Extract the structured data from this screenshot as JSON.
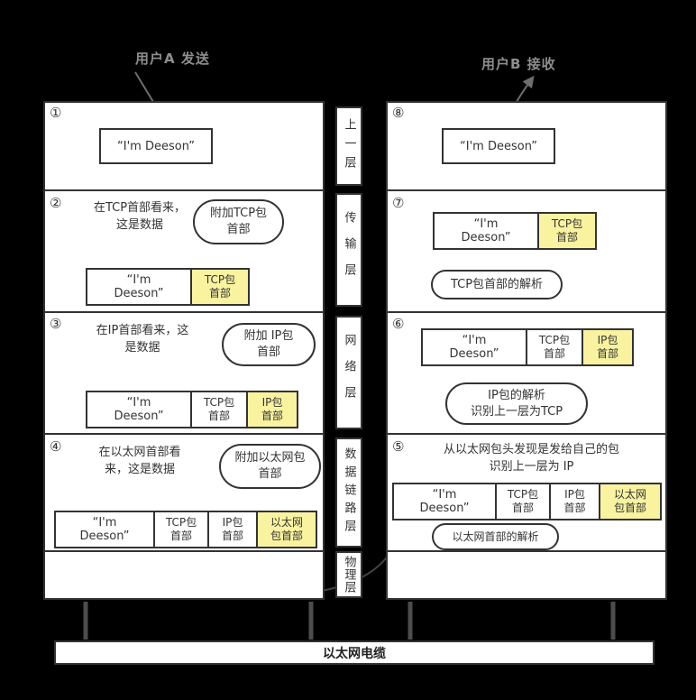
{
  "colors": {
    "background": "#000000",
    "panel": "#ffffff",
    "ink": "#333333",
    "highlight": "#f9f3a0",
    "muted-label": "#8e8e8e"
  },
  "header": {
    "sender": "用户A 发送",
    "receiver": "用户B 接收"
  },
  "layers": [
    "上一层",
    "传输层",
    "网络层",
    "数据链路层",
    "物理层"
  ],
  "cable": "以太网电缆",
  "steps": {
    "s1": {
      "num": "①",
      "message": "“I'm Deeson”"
    },
    "s2": {
      "num": "②",
      "note1": "在TCP首部看来，",
      "note2": "这是数据",
      "bubble1": "附加TCP包",
      "bubble2": "首部",
      "cells": [
        {
          "l1": "“I'm",
          "l2": "Deeson”"
        },
        {
          "l1": "TCP包",
          "l2": "首部"
        }
      ]
    },
    "s3": {
      "num": "③",
      "note1": "在IP首部看来，这",
      "note2": "是数据",
      "bubble1": "附加 IP包",
      "bubble2": "首部",
      "cells": [
        {
          "l1": "“I'm",
          "l2": "Deeson”"
        },
        {
          "l1": "TCP包",
          "l2": "首部"
        },
        {
          "l1": "IP包",
          "l2": "首部"
        }
      ]
    },
    "s4": {
      "num": "④",
      "note1": "在以太网首部看",
      "note2": "来，这是数据",
      "bubble1": "附加以太网包",
      "bubble2": "首部",
      "cells": [
        {
          "l1": "“I'm",
          "l2": "Deeson”"
        },
        {
          "l1": "TCP包",
          "l2": "首部"
        },
        {
          "l1": "IP包",
          "l2": "首部"
        },
        {
          "l1": "以太网",
          "l2": "包首部"
        }
      ]
    },
    "s5": {
      "num": "⑤",
      "note1": "从以太网包头发现是发给自己的包",
      "note2": "识别上一层为 IP",
      "bubble1": "以太网首部的解析",
      "cells": [
        {
          "l1": "“I'm",
          "l2": "Deeson”"
        },
        {
          "l1": "TCP包",
          "l2": "首部"
        },
        {
          "l1": "IP包",
          "l2": "首部"
        },
        {
          "l1": "以太网",
          "l2": "包首部"
        }
      ]
    },
    "s6": {
      "num": "⑥",
      "bubble1": "IP包的解析",
      "bubble2": "识别上一层为TCP",
      "cells": [
        {
          "l1": "“I'm",
          "l2": "Deeson”"
        },
        {
          "l1": "TCP包",
          "l2": "首部"
        },
        {
          "l1": "IP包",
          "l2": "首部"
        }
      ]
    },
    "s7": {
      "num": "⑦",
      "bubble1": "TCP包首部的解析",
      "cells": [
        {
          "l1": "“I'm",
          "l2": "Deeson”"
        },
        {
          "l1": "TCP包",
          "l2": "首部"
        }
      ]
    },
    "s8": {
      "num": "⑧",
      "message": "“I'm Deeson”"
    }
  }
}
